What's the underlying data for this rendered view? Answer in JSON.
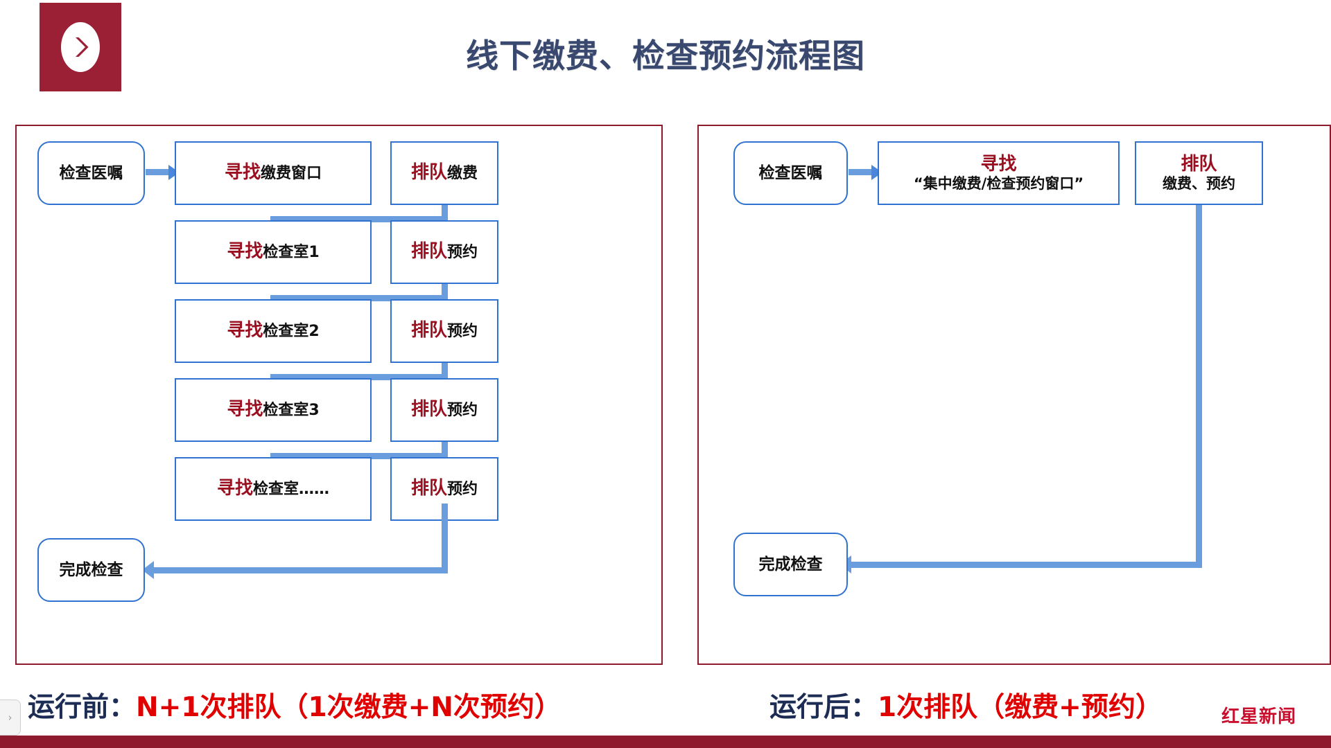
{
  "header": {
    "title": "线下缴费、检查预约流程图",
    "logo_icon": "chevron-right-circle-icon",
    "logo_bg": "#9b1f35",
    "title_color": "#39486e"
  },
  "theme": {
    "panel_border": "#8e1b2d",
    "node_border": "#2f72cf",
    "connector": "#6a9ddd",
    "accent_red": "#9b1020",
    "caption_red": "#e00000",
    "caption_dark": "#1d2c55",
    "bottom_bar": "#8e1b2d"
  },
  "left_panel": {
    "start_node": "检查医嘱",
    "end_node": "完成检查",
    "rows": [
      {
        "find_red": "寻找",
        "find_black": "缴费窗口",
        "queue_red": "排队",
        "queue_black": "缴费"
      },
      {
        "find_red": "寻找",
        "find_black": "检查室1",
        "queue_red": "排队",
        "queue_black": "预约"
      },
      {
        "find_red": "寻找",
        "find_black": "检查室2",
        "queue_red": "排队",
        "queue_black": "预约"
      },
      {
        "find_red": "寻找",
        "find_black": "检查室3",
        "queue_red": "排队",
        "queue_black": "预约"
      },
      {
        "find_red": "寻找",
        "find_black": "检查室……",
        "queue_red": "排队",
        "queue_black": "预约"
      }
    ],
    "caption_dark": "运行前：",
    "caption_red": "N+1次排队（1次缴费+N次预约）"
  },
  "right_panel": {
    "start_node": "检查医嘱",
    "end_node": "完成检查",
    "find_red": "寻找",
    "find_black": "“集中缴费/检查预约窗口”",
    "queue_red": "排队",
    "queue_black": "缴费、预约",
    "caption_dark": "运行后：",
    "caption_red": "1次排队（缴费+预约）"
  },
  "footer": {
    "watermark": "红星新闻",
    "scroll_tab_icon": "chevron-right-icon"
  }
}
